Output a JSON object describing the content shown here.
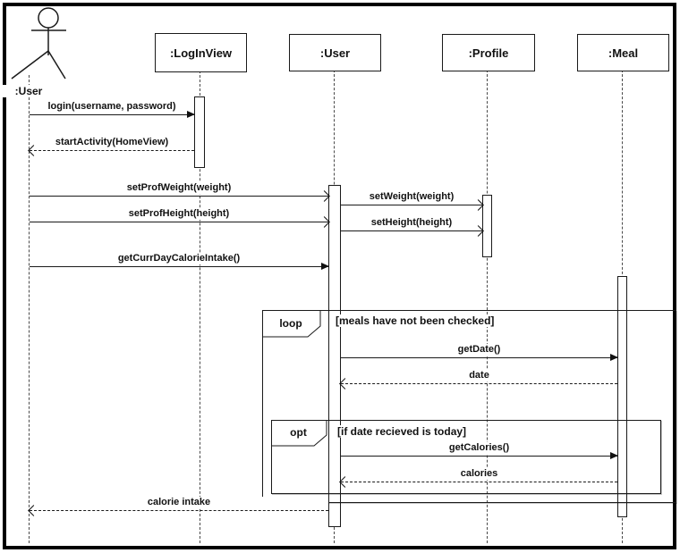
{
  "diagram": {
    "kind": "uml-sequence-diagram",
    "actor": {
      "label": ":User"
    },
    "lifelines": [
      {
        "id": "loginview",
        "label": ":LogInView"
      },
      {
        "id": "user",
        "label": ":User"
      },
      {
        "id": "profile",
        "label": ":Profile"
      },
      {
        "id": "meal",
        "label": ":Meal"
      }
    ],
    "fragments": [
      {
        "operator": "loop",
        "guard": "[meals have not been checked]"
      },
      {
        "operator": "opt",
        "guard": "[if date recieved is today]"
      }
    ],
    "messages": [
      {
        "label": "login(username, password)",
        "from": "actor :User",
        "to": ":LogInView",
        "line": "solid",
        "head": "filled"
      },
      {
        "label": "startActivity(HomeView)",
        "from": ":LogInView",
        "to": "actor :User",
        "line": "dashed",
        "head": "open"
      },
      {
        "label": "setProfWeight(weight)",
        "from": "actor :User",
        "to": ":User",
        "line": "solid",
        "head": "open"
      },
      {
        "label": "setWeight(weight)",
        "from": ":User",
        "to": ":Profile",
        "line": "solid",
        "head": "open"
      },
      {
        "label": "setProfHeight(height)",
        "from": "actor :User",
        "to": ":User",
        "line": "solid",
        "head": "open"
      },
      {
        "label": "setHeight(height)",
        "from": ":User",
        "to": ":Profile",
        "line": "solid",
        "head": "open"
      },
      {
        "label": "getCurrDayCalorieIntake()",
        "from": "actor :User",
        "to": ":User",
        "line": "solid",
        "head": "filled"
      },
      {
        "label": "getDate()",
        "from": ":User",
        "to": ":Meal",
        "line": "solid",
        "head": "filled"
      },
      {
        "label": "date",
        "from": ":Meal",
        "to": ":User",
        "line": "dashed",
        "head": "open"
      },
      {
        "label": "getCalories()",
        "from": ":User",
        "to": ":Meal",
        "line": "solid",
        "head": "filled"
      },
      {
        "label": "calories",
        "from": ":Meal",
        "to": ":User",
        "line": "dashed",
        "head": "open"
      },
      {
        "label": "calorie intake",
        "from": ":User",
        "to": "actor :User",
        "line": "dashed",
        "head": "open"
      }
    ]
  }
}
